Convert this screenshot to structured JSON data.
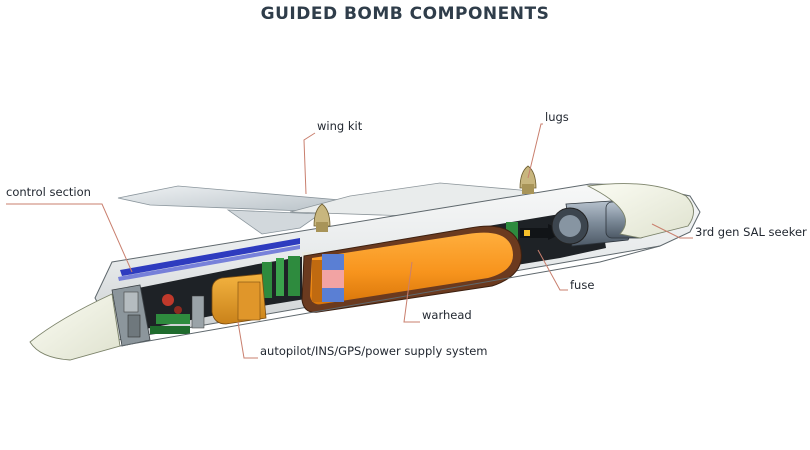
{
  "title": "GUIDED BOMB COMPONENTS",
  "labels": {
    "wing_kit": "wing kit",
    "lugs": "lugs",
    "control_section": "control section",
    "seeker": "3rd gen SAL seeker",
    "fuse": "fuse",
    "warhead": "warhead",
    "autopilot": "autopilot/INS/GPS/power supply system"
  },
  "colors": {
    "title": "#2f3d4a",
    "leader_line": "#c97f6e",
    "warhead_fill": "#f7941d",
    "warhead_casing": "#6b3a1f",
    "electronics_green": "#2e8b3e",
    "wing_strip_blue": "#2e3bbf",
    "body_shell": "#eceff0",
    "nose_cone": "#f4f6e9"
  }
}
